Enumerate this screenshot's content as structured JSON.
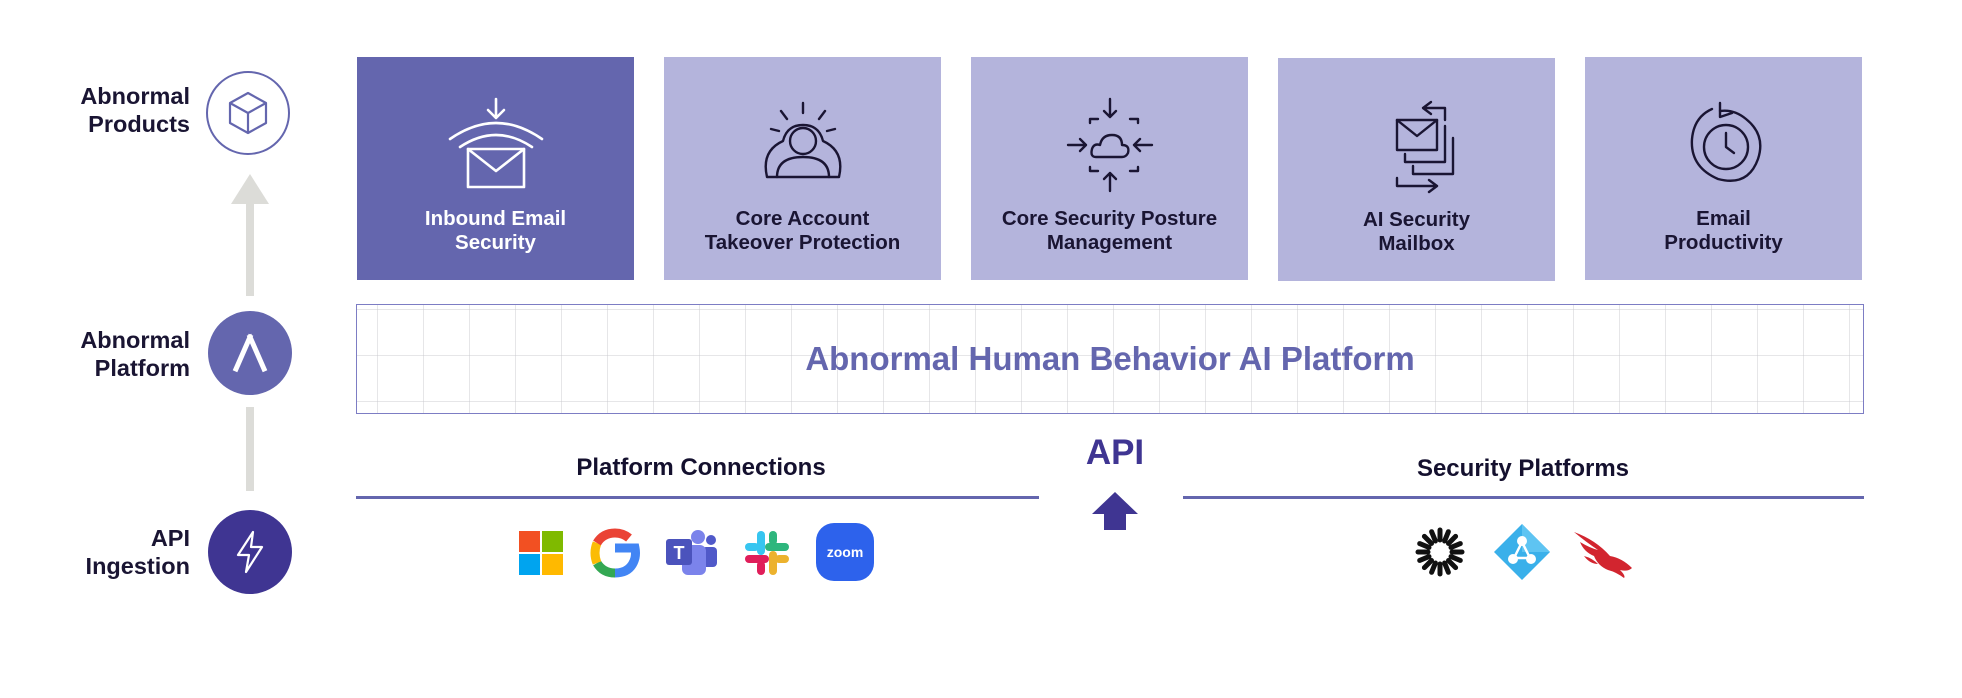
{
  "rows": {
    "products": {
      "label": "Abnormal\nProducts"
    },
    "platform": {
      "label": "Abnormal\nPlatform"
    },
    "ingestion": {
      "label": "API\nIngestion"
    }
  },
  "products": [
    {
      "label": "Inbound Email\nSecurity",
      "icon": "inbound-email-icon",
      "active": true
    },
    {
      "label": "Core Account\nTakeover Protection",
      "icon": "account-takeover-icon",
      "active": false
    },
    {
      "label": "Core Security Posture\nManagement",
      "icon": "cloud-posture-icon",
      "active": false
    },
    {
      "label": "AI Security\nMailbox",
      "icon": "mailbox-icon",
      "active": false
    },
    {
      "label": "Email\nProductivity",
      "icon": "clock-icon",
      "active": false
    }
  ],
  "platform_title": "Abnormal Human Behavior AI Platform",
  "connections": {
    "left_title": "Platform Connections",
    "right_title": "Security Platforms",
    "api_label": "API",
    "left_logos": [
      "microsoft-logo",
      "google-logo",
      "teams-logo",
      "slack-logo",
      "zoom-logo"
    ],
    "zoom_text": "zoom",
    "teams_letter": "T",
    "right_logos": [
      "sunburst-logo",
      "azure-ad-logo",
      "crowdstrike-logo"
    ]
  },
  "colors": {
    "accent": "#6466ae",
    "card_light": "#b4b4dc",
    "deep": "#3f3592",
    "arrow_gray": "#dcdcd8"
  }
}
